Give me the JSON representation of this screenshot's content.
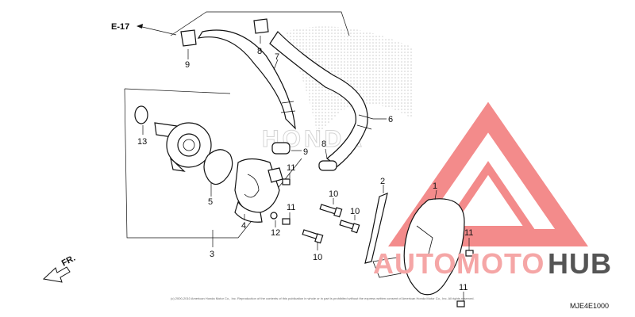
{
  "ref_label": "E-17",
  "fr_label": "FR.",
  "diagram_code": "MJE4E1000",
  "copyright": "(c) 2000-2010 American Honda Motor Co., Inc. Reproduction of the contents of this publication in whole or in part is prohibited without the express written consent of American Honda Motor Co., Inc. All rights reserved.",
  "watermark": {
    "text_a": "AUTO",
    "text_b": "MOTO",
    "text_c": "HUB",
    "color_a": "#f5a6a6",
    "color_b": "#f5a6a6",
    "color_c": "#555555",
    "triangle_color": "#f38b8b"
  },
  "callouts": [
    "1",
    "2",
    "3",
    "4",
    "5",
    "6",
    "7",
    "8",
    "8",
    "9",
    "9",
    "10",
    "10",
    "11",
    "11",
    "11",
    "11",
    "12",
    "13"
  ]
}
